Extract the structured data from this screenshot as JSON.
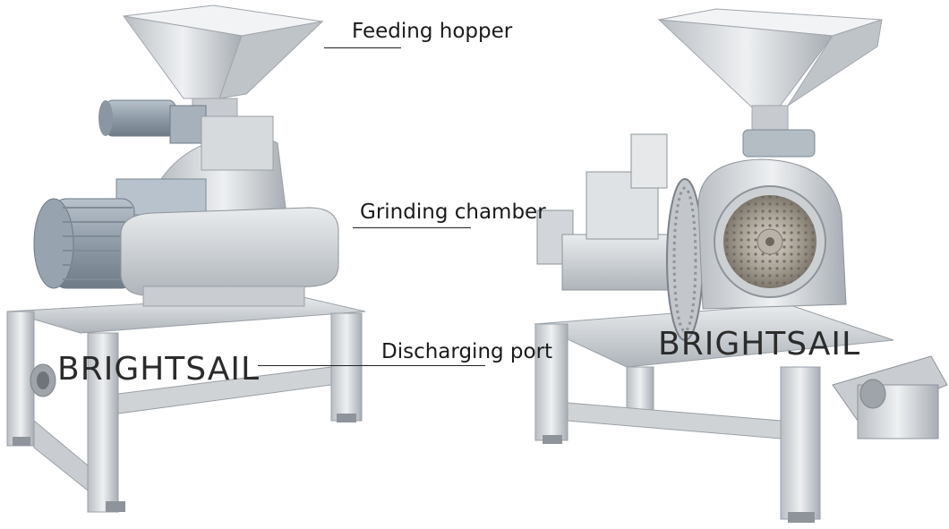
{
  "labels": {
    "feeding_hopper": "Feeding hopper",
    "grinding_chamber": "Grinding chamber",
    "discharging_port": "Discharging port"
  },
  "watermarks": {
    "left": "BRIGHTSAIL",
    "right": "BRIGHTSAIL"
  },
  "colors": {
    "steel_light": "#e8eaec",
    "steel_mid": "#c3c7cb",
    "steel_dark": "#8e949a",
    "motor_blue": "#9aa7b4"
  }
}
